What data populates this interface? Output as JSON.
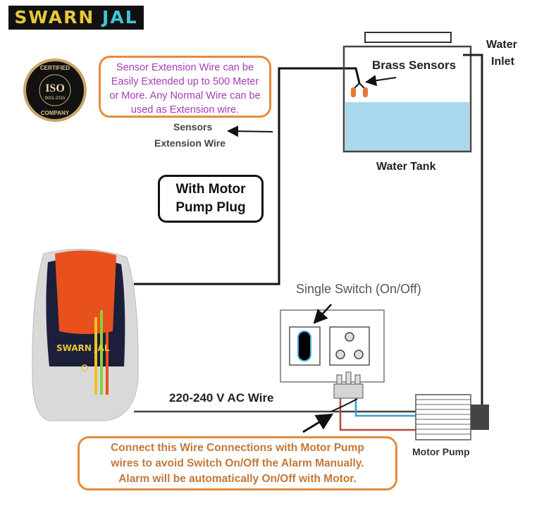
{
  "brand": {
    "logo_part1": "SWARN",
    "logo_part2": "JAL",
    "device_logo": "SWARN JAL"
  },
  "certification": {
    "top": "CERTIFIED",
    "main": "ISO",
    "standard": "9001-2015",
    "bottom": "COMPANY"
  },
  "note_extension": [
    "Sensor Extension Wire can be",
    "Easily Extended up to 500 Meter",
    "or More. Any Normal Wire can be",
    "used as Extension wire."
  ],
  "labels": {
    "sensors_ext_1": "Sensors",
    "sensors_ext_2": "Extension Wire",
    "brass_sensors": "Brass Sensors",
    "water_inlet_1": "Water",
    "water_inlet_2": "Inlet",
    "water_tank": "Water Tank",
    "motor_plug_1": "With Motor",
    "motor_plug_2": "Pump Plug",
    "single_switch": "Single Switch (On/Off)",
    "ac_wire": "220-240 V AC Wire",
    "motor_pump": "Motor Pump"
  },
  "note_connection": [
    "Connect this Wire Connections with Motor Pump",
    "wires to avoid Switch On/Off the Alarm Manually.",
    "Alarm will be automatically On/Off with Motor."
  ],
  "colors": {
    "accent_orange": "#e88a3c",
    "note_purple": "#a43db4",
    "water": "#aad8ec",
    "live_wire": "#b5493e",
    "neutral_wire": "#3a9ccf"
  }
}
